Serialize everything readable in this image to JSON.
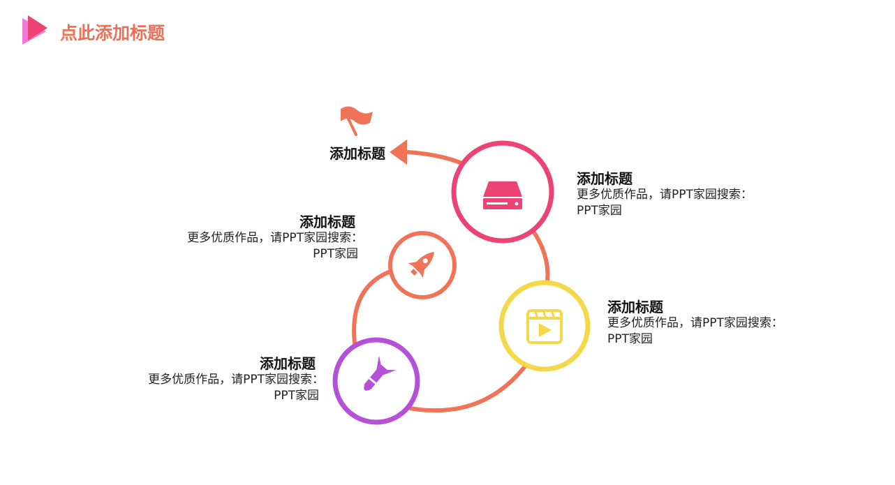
{
  "header": {
    "title": "点此添加标题"
  },
  "start": {
    "title": "添加标题"
  },
  "items": [
    {
      "title": "添加标题",
      "desc_line1": "更多优质作品，请PPT家园搜索：",
      "desc_line2": "PPT家园"
    },
    {
      "title": "添加标题",
      "desc_line1": "更多优质作品，请PPT家园搜索：",
      "desc_line2": "PPT家园"
    },
    {
      "title": "添加标题",
      "desc_line1": "更多优质作品，请PPT家园搜索：",
      "desc_line2": "PPT家园"
    },
    {
      "title": "添加标题",
      "desc_line1": "更多优质作品，请PPT家园搜索：",
      "desc_line2": "PPT家园"
    }
  ],
  "colors": {
    "accent": "#ee6f57",
    "pink": "#ec4374",
    "yellow": "#f5d84a",
    "purple": "#b551d6",
    "magenta": "#e44bb0"
  },
  "icons": [
    "play-triangle-icon",
    "flag-icon",
    "drive-icon",
    "rocket-icon",
    "video-play-icon",
    "missile-icon"
  ]
}
